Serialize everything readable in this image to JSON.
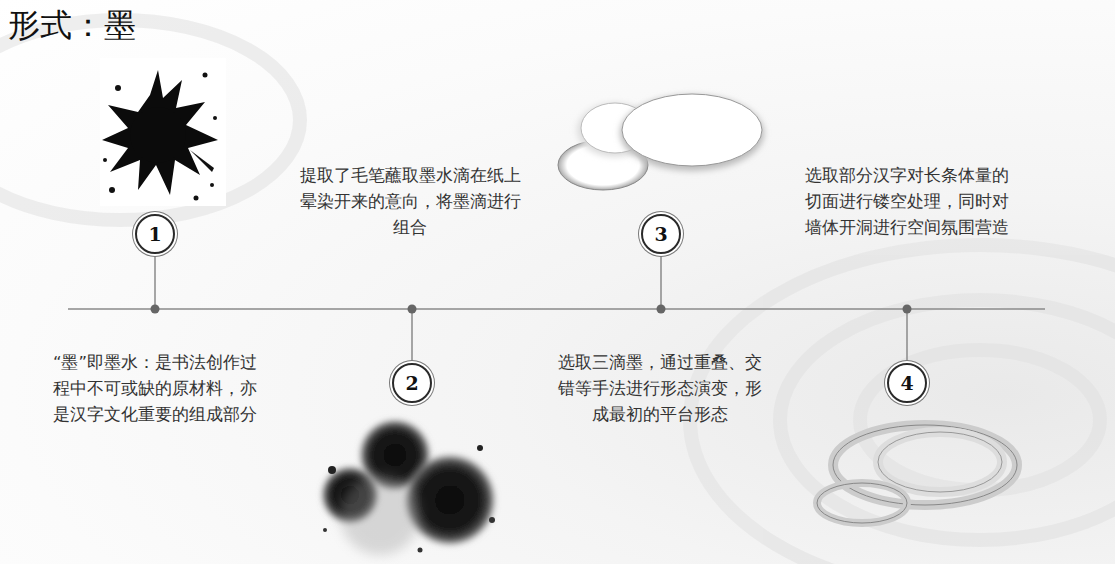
{
  "diagram": {
    "title": "形式：墨",
    "nodes": [
      {
        "text": [
          "1"
        ]
      },
      {
        "text": [
          "2"
        ]
      },
      {
        "text": [
          "3"
        ]
      },
      {
        "text": [
          "4"
        ]
      }
    ],
    "labels": [
      "“墨”即墨水：是书法创作过程中不可或缺的原材料，亦是汉字文化重要的组成部分",
      "提取了毛笔蘸取墨水滴在纸上晕染开来的意向，将墨滴进行组合",
      "选取三滴墨，通过重叠、交错等手法进行形态演变，形成最初的平台形态",
      "选取部分汉字对长条体量的切面进行镂空处理，同时对墙体开洞进行空间氛围营造"
    ]
  }
}
